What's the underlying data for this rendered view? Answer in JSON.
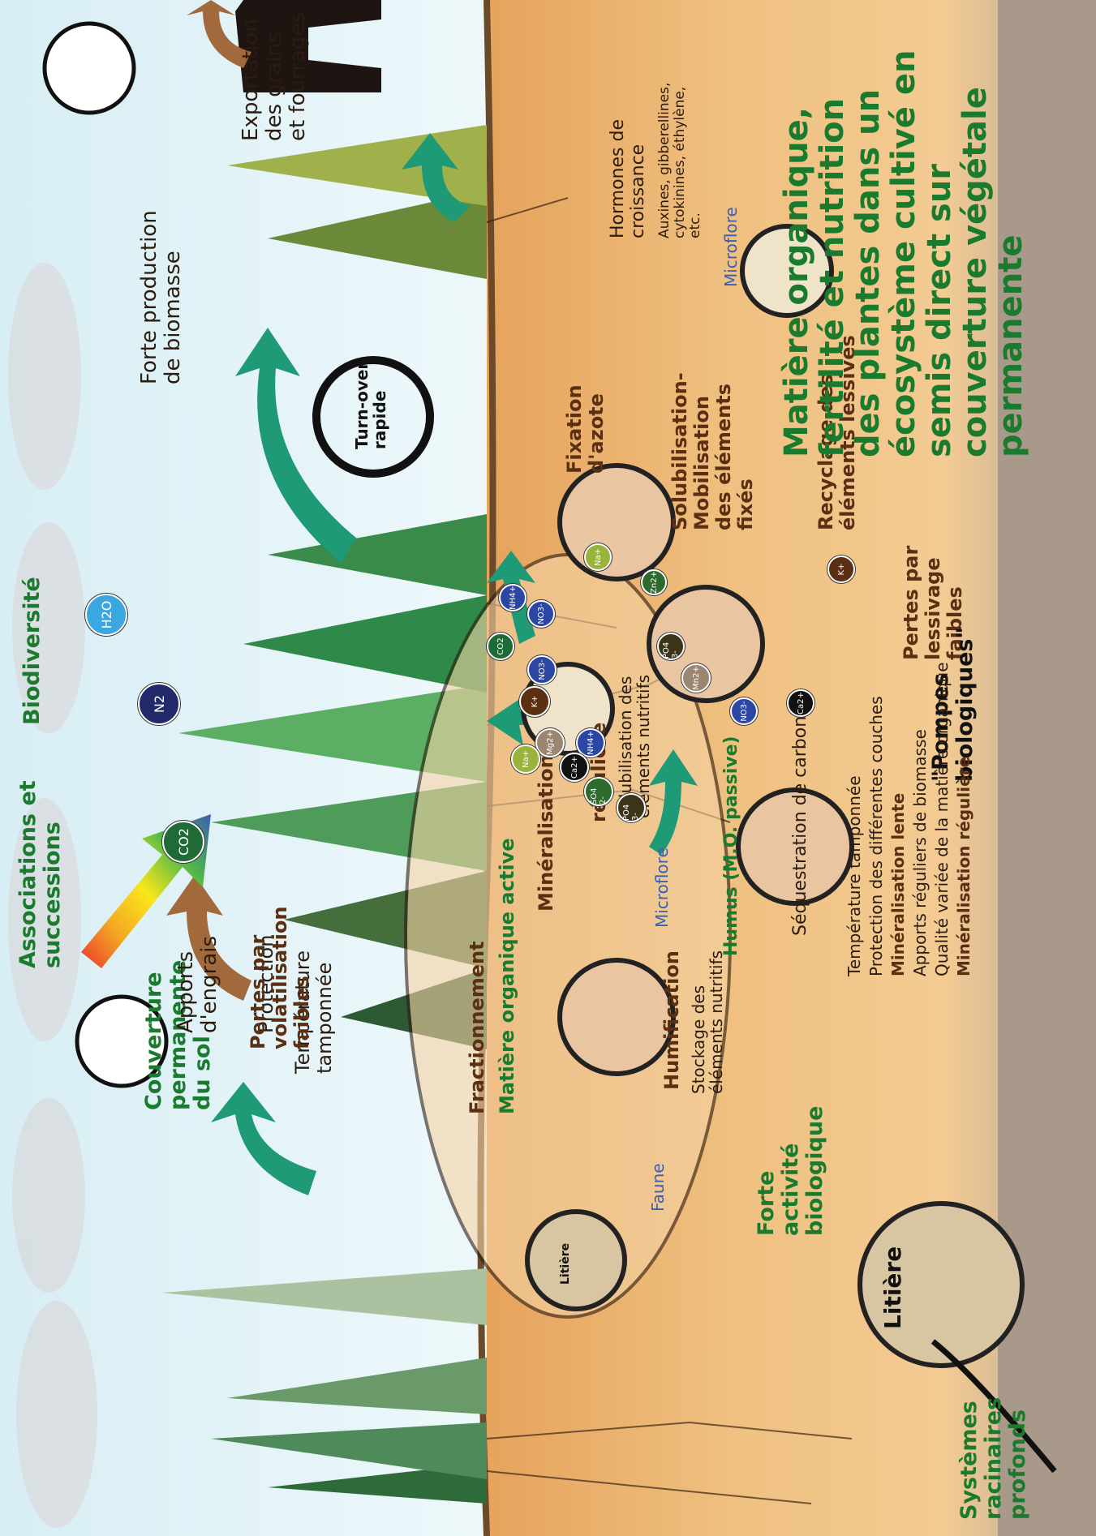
{
  "labels": {
    "couverture": [
      "Couverture",
      "permanente",
      "du sol"
    ],
    "protection": "Protection",
    "temp_tamponnee": [
      "Température",
      "tamponnée"
    ],
    "pertes_volat": [
      "Pertes par",
      "volatilisation",
      "faibles"
    ],
    "apports_engrais": [
      "Apports",
      "d'engrais"
    ],
    "associations": [
      "Associations et",
      "successions"
    ],
    "biodiversite": "Biodiversité",
    "forte_production": [
      "Forte production",
      "de biomasse"
    ],
    "turnover": [
      "Turn-over",
      "rapide"
    ],
    "exportation": [
      "Exportation",
      "des grains",
      "et fourrages"
    ],
    "fractionnement": "Fractionnement",
    "mo_active": "Matière organique active",
    "mineralisation": "Minéralisation",
    "reguliere": "régulière",
    "solubilisation": [
      "Solubilisation des",
      "éléments nutritifs"
    ],
    "humification": "Humification",
    "stockage": [
      "Stockage des",
      "éléments nutritifs"
    ],
    "humus": "Humus (M.O. passive)",
    "faune": "Faune",
    "microflore": "Microflore",
    "fixation": [
      "Fixation",
      "d'azote"
    ],
    "solub_mobil": [
      "Solubilisation-",
      "Mobilisation",
      "des éléments",
      "fixés"
    ],
    "recyclage": [
      "Recyclage des",
      "éléments lessivés"
    ],
    "pertes_lessivage": [
      "Pertes par",
      "lessivage",
      "faibles"
    ],
    "pompes": [
      "\"Pompes",
      "biologiques\""
    ],
    "hormones_title": [
      "Hormones de",
      "croissance"
    ],
    "hormones_list": [
      "Auxines, gibberellines,",
      "cytokinines, éthylène,",
      "etc."
    ],
    "microflore2": "Microflore",
    "sequestration": "Séquestration de carbone",
    "bottom_list": [
      {
        "text": "Température tamponnée",
        "bold": false
      },
      {
        "text": "Protection des différentes couches",
        "bold": false
      },
      {
        "text": "Minéralisation lente",
        "bold": true
      },
      {
        "text": "Apports réguliers de biomasse",
        "bold": false
      },
      {
        "text": "Qualité variée de la matière organique",
        "bold": false
      },
      {
        "text": "Minéralisation régulière",
        "bold": true
      }
    ],
    "forte_activite": [
      "Forte",
      "activité",
      "biologique"
    ],
    "systemes": [
      "Systèmes",
      "racinaires",
      "profonds"
    ],
    "litiere": "Litière",
    "main_title": [
      "Matière organique,",
      "fertilité et nutrition",
      "des plantes dans un",
      "écosystème cultivé en",
      "semis direct sur",
      "couverture végétale",
      "permanente"
    ]
  },
  "ions": [
    {
      "label": "CO2",
      "color": "#1f6b37"
    },
    {
      "label": "N2",
      "color": "#232a6b"
    },
    {
      "label": "H2O",
      "color": "#3aa7e0"
    },
    {
      "label": "NH4+",
      "color": "#2c46a3"
    },
    {
      "label": "PO4 3-",
      "color": "#3b3418"
    },
    {
      "label": "SO4 2-",
      "color": "#2d6a2d"
    },
    {
      "label": "Ca2+",
      "color": "#111111"
    },
    {
      "label": "Mg2+",
      "color": "#9b8672"
    },
    {
      "label": "Na+",
      "color": "#9ab33a"
    },
    {
      "label": "K+",
      "color": "#5a2f12"
    },
    {
      "label": "NO3-",
      "color": "#2c46a3"
    },
    {
      "label": "CO2",
      "color": "#1f6b37"
    },
    {
      "label": "NH4+",
      "color": "#2c46a3"
    },
    {
      "label": "NO3-",
      "color": "#2c46a3"
    },
    {
      "label": "Mn2+",
      "color": "#9b8672"
    },
    {
      "label": "PO4 3-",
      "color": "#3b3418"
    },
    {
      "label": "Zn2+",
      "color": "#2d6a2d"
    },
    {
      "label": "Na+",
      "color": "#9ab33a"
    },
    {
      "label": "Ca2+",
      "color": "#111111"
    },
    {
      "label": "NO3-",
      "color": "#2c46a3"
    },
    {
      "label": "K+",
      "color": "#5a2f12"
    }
  ],
  "colors": {
    "arrow_green": "#1f9a76",
    "arrow_brown": "#a26a3c",
    "title_green": "#1a7a2e"
  }
}
